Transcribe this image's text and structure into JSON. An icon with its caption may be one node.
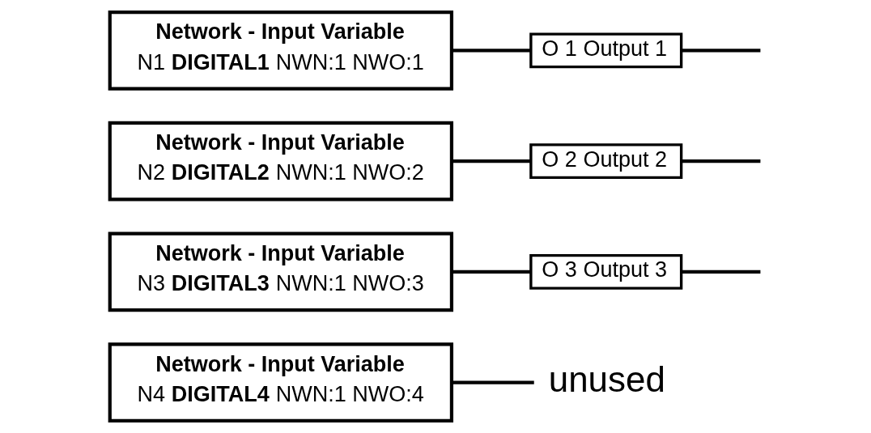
{
  "diagram": {
    "nodes": [
      {
        "text": [
          "Network - Input Variable",
          "N1 **DIGITAL1** NWN:1 NWO:1"
        ]
      },
      {
        "text": [
          "Network - Input Variable",
          "N2 **DIGITAL2** NWN:1 NWO:2"
        ]
      },
      {
        "text": [
          "Network - Input Variable",
          "N3 **DIGITAL3** NWN:1 NWO:3"
        ]
      },
      {
        "text": [
          "Network - Input Variable",
          "N4 **DIGITAL4** NWN:1 NWO:4"
        ]
      },
      {
        "text": [
          "O 1 Output 1"
        ]
      },
      {
        "text": [
          "O 2 Output 2"
        ]
      },
      {
        "text": [
          "O 3 Output 3"
        ]
      },
      {
        "text": [
          "unused"
        ]
      }
    ],
    "edges": [
      {
        "from": 0,
        "to": 4,
        "arrow": "none"
      },
      {
        "from": 1,
        "to": 5,
        "arrow": "none"
      },
      {
        "from": 2,
        "to": 6,
        "arrow": "none"
      },
      {
        "from": 3,
        "to": 7,
        "arrow": "none"
      },
      {
        "from": 4,
        "to": null,
        "arrow": "none"
      },
      {
        "from": 5,
        "to": null,
        "arrow": "none"
      },
      {
        "from": 6,
        "to": null,
        "arrow": "none"
      }
    ]
  }
}
